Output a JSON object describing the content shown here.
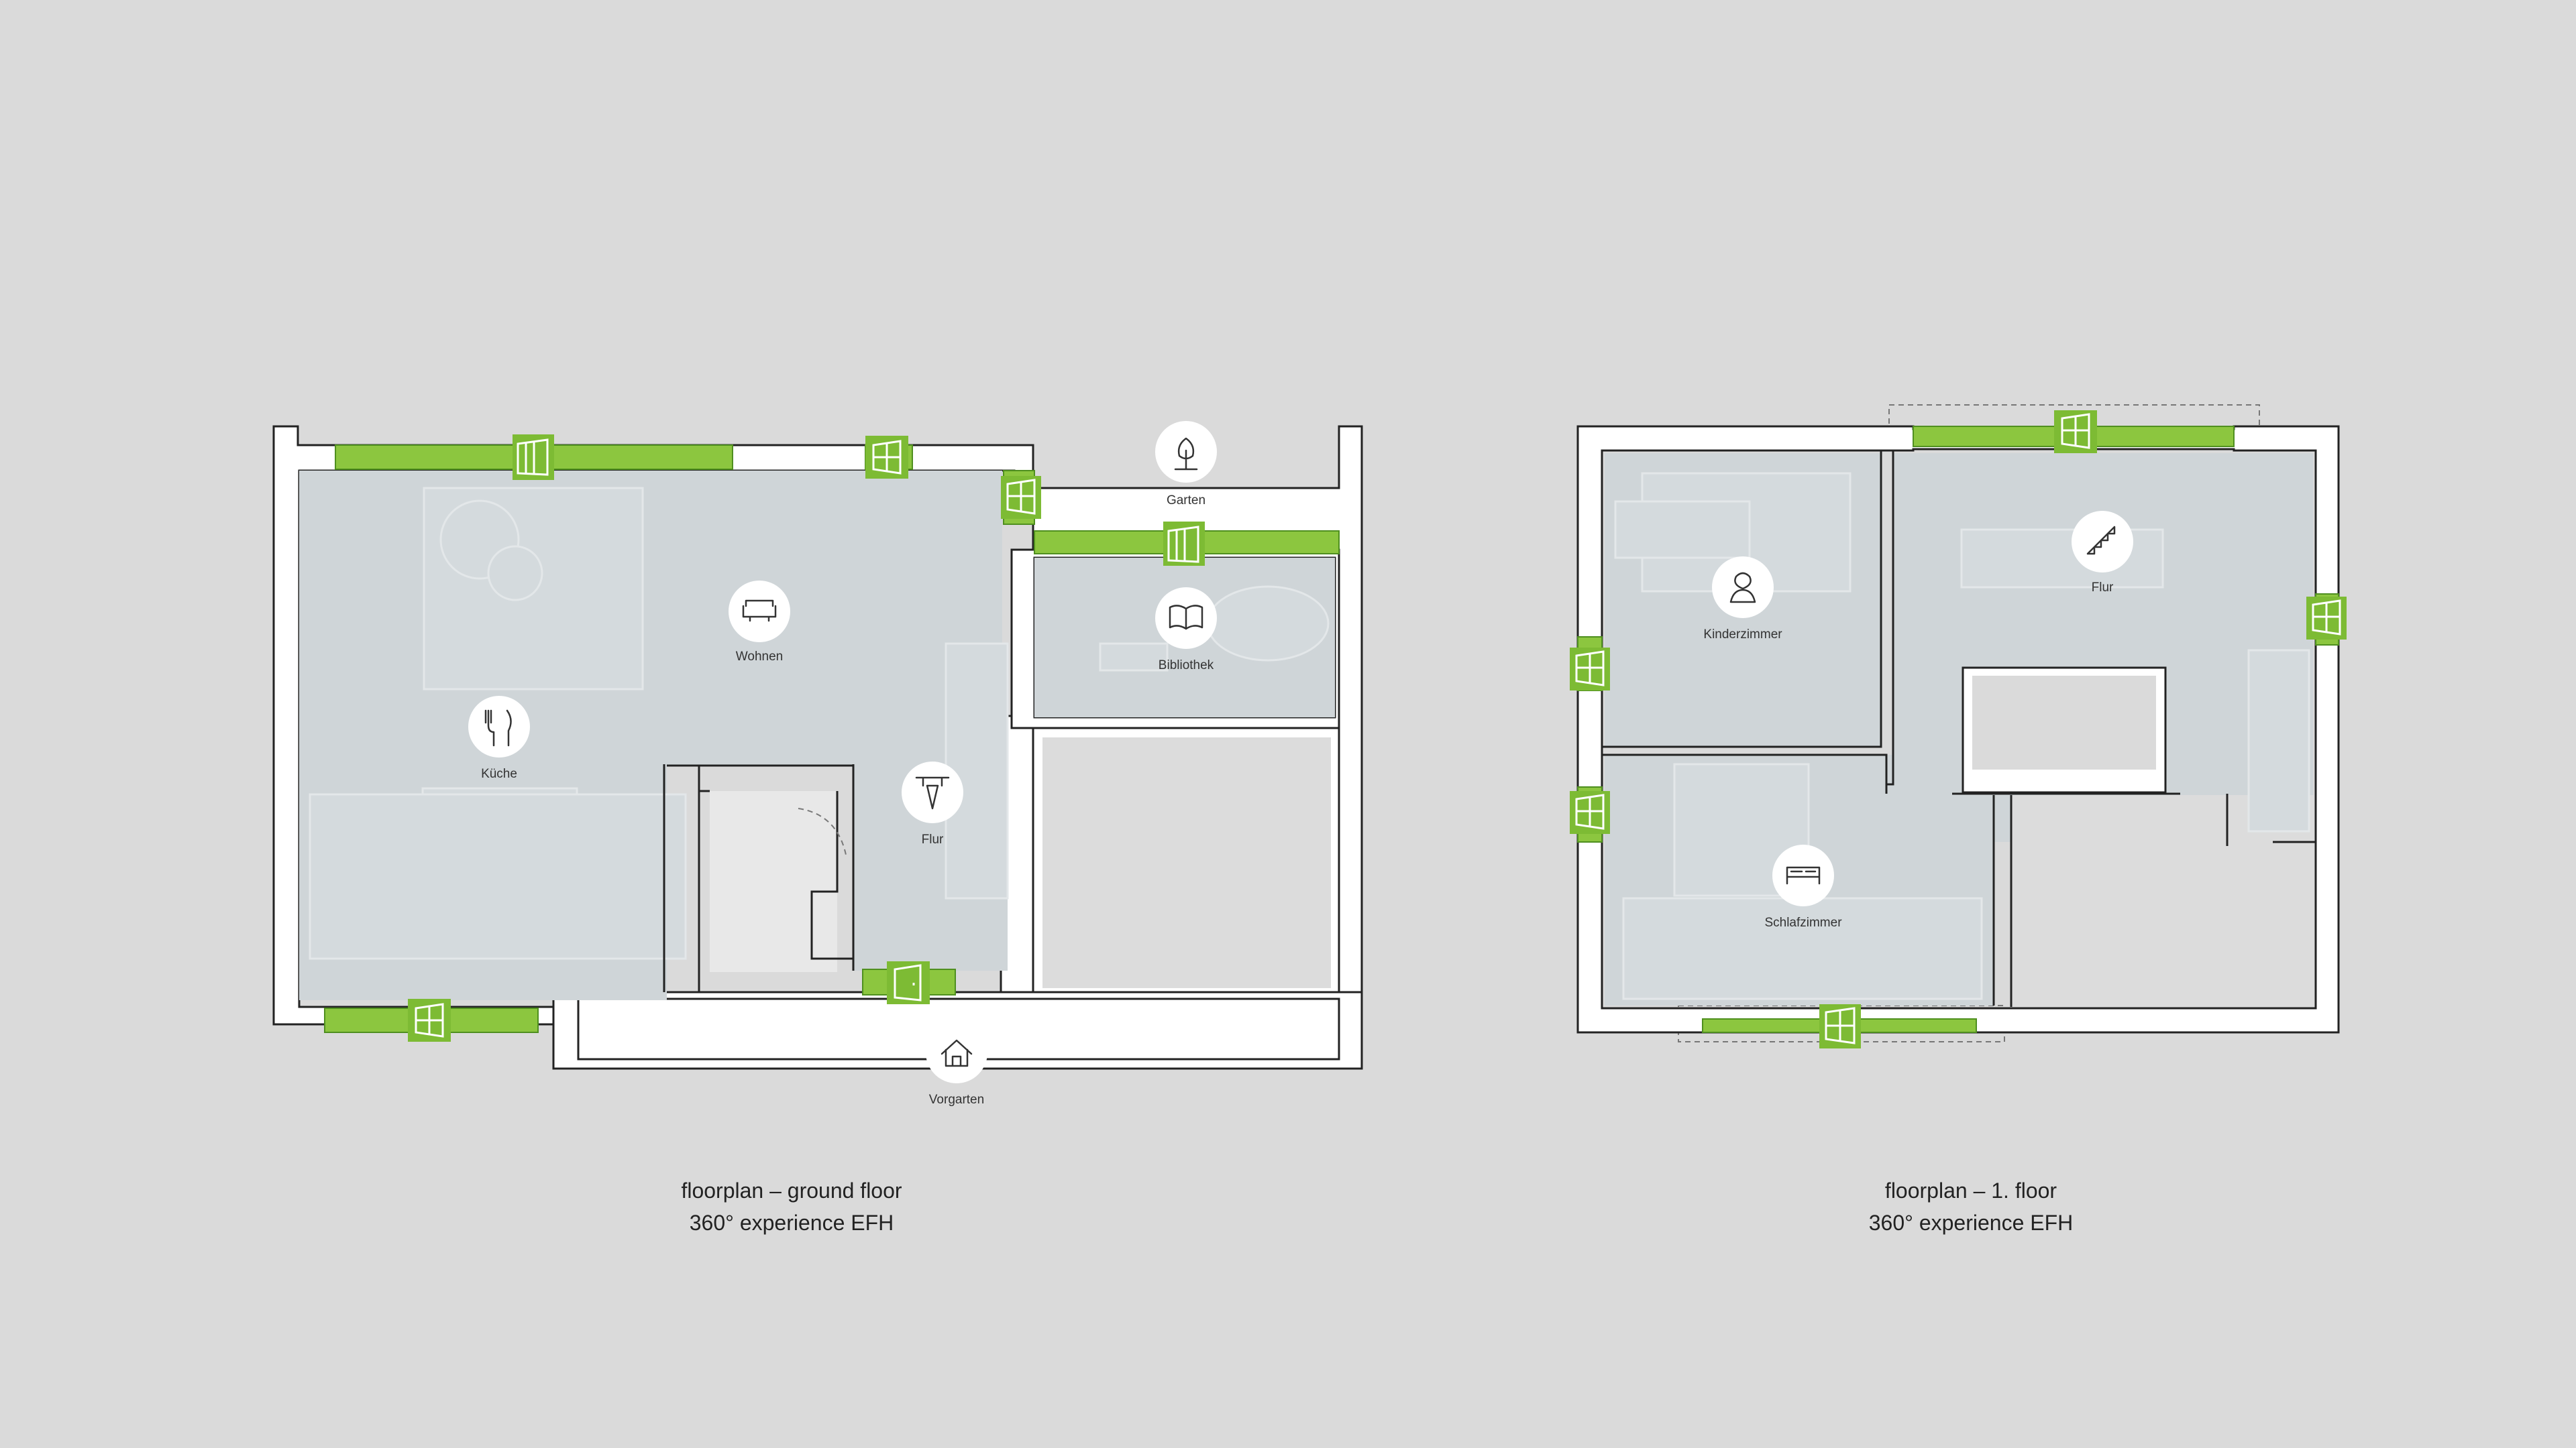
{
  "ground_floor": {
    "caption_line1": "floorplan – ground floor",
    "caption_line2": "360° experience EFH",
    "rooms": {
      "kueche": "Küche",
      "wohnen": "Wohnen",
      "flur": "Flur",
      "bibliothek": "Bibliothek",
      "garten": "Garten",
      "vorgarten": "Vorgarten"
    }
  },
  "first_floor": {
    "caption_line1": "floorplan – 1. floor",
    "caption_line2": "360° experience EFH",
    "rooms": {
      "kinderzimmer": "Kinderzimmer",
      "flur": "Flur",
      "schlafzimmer": "Schlafzimmer"
    }
  },
  "colors": {
    "background": "#dadada",
    "window_green": "#8cc63f",
    "window_box": "#7dbb34",
    "room_fill": "#cfd5d8",
    "wall": "#ffffff"
  },
  "icons": {
    "kueche": "cutlery-icon",
    "wohnen": "sofa-icon",
    "flur_ground": "coat-rack-icon",
    "bibliothek": "book-icon",
    "garten": "tree-icon",
    "vorgarten": "house-icon",
    "kinderzimmer": "toy-icon",
    "flur_first": "stairs-icon",
    "schlafzimmer": "bed-icon",
    "window_markers": "window-icon",
    "door_marker": "door-icon"
  }
}
